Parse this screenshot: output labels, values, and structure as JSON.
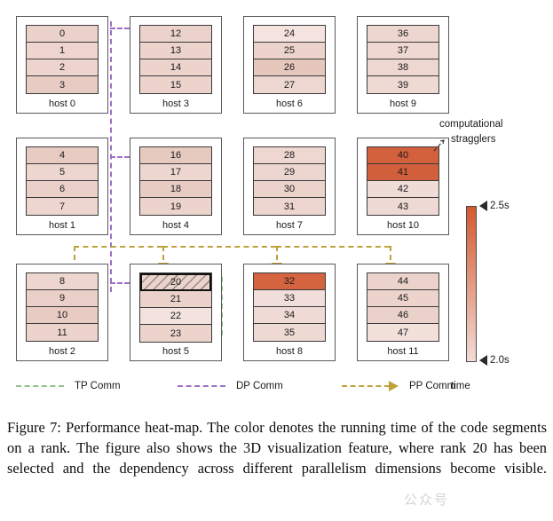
{
  "figure": {
    "title_caption": "Figure 7: Performance heat-map. The color denotes the running time of the code segments on a rank. The figure also shows the 3D visualization feature, where rank 20 has been selected and the dependency across different parallelism dimensions become visible.",
    "watermark": "公众号",
    "annotations": {
      "stragglers_line1": "computational",
      "stragglers_line2": "stragglers",
      "time_label": "time"
    },
    "colorbar": {
      "max_label": "2.5s",
      "min_label": "2.0s",
      "max_color": "#d4592f",
      "min_color": "#f3dbd6",
      "axis_title": "time"
    },
    "legend": [
      {
        "name": "tp-comm",
        "label": "TP Comm",
        "color": "#90c48d",
        "arrow": false
      },
      {
        "name": "dp-comm",
        "label": "DP Comm",
        "color": "#9c6fc4",
        "arrow": false
      },
      {
        "name": "pp-comm",
        "label": "PP Comm",
        "color": "#bfa13c",
        "arrow": true
      }
    ],
    "hosts": [
      {
        "label": "host 0",
        "row": 0,
        "col": 0,
        "cells": [
          {
            "rank": "0",
            "color": "#ead1ca"
          },
          {
            "rank": "1",
            "color": "#eed5cf"
          },
          {
            "rank": "2",
            "color": "#edd4ce"
          },
          {
            "rank": "3",
            "color": "#e8cbc3"
          }
        ]
      },
      {
        "label": "host 3",
        "row": 0,
        "col": 1,
        "cells": [
          {
            "rank": "12",
            "color": "#ebd2cb"
          },
          {
            "rank": "13",
            "color": "#ecd3cc"
          },
          {
            "rank": "14",
            "color": "#ecd3cc"
          },
          {
            "rank": "15",
            "color": "#ecd3cc"
          }
        ]
      },
      {
        "label": "host 6",
        "row": 0,
        "col": 2,
        "cells": [
          {
            "rank": "24",
            "color": "#f4e3de"
          },
          {
            "rank": "25",
            "color": "#ecd4cd"
          },
          {
            "rank": "26",
            "color": "#e6c7bc"
          },
          {
            "rank": "27",
            "color": "#eed7d1"
          }
        ]
      },
      {
        "label": "host 9",
        "row": 0,
        "col": 3,
        "cells": [
          {
            "rank": "36",
            "color": "#eed6d0"
          },
          {
            "rank": "37",
            "color": "#efd8d2"
          },
          {
            "rank": "38",
            "color": "#eed7d1"
          },
          {
            "rank": "39",
            "color": "#efd9d3"
          }
        ]
      },
      {
        "label": "host 1",
        "row": 1,
        "col": 0,
        "cells": [
          {
            "rank": "4",
            "color": "#e7cac1"
          },
          {
            "rank": "5",
            "color": "#eed6d0"
          },
          {
            "rank": "6",
            "color": "#ead0c9"
          },
          {
            "rank": "7",
            "color": "#eed6d0"
          }
        ]
      },
      {
        "label": "host 4",
        "row": 1,
        "col": 1,
        "cells": [
          {
            "rank": "16",
            "color": "#e7cabf"
          },
          {
            "rank": "17",
            "color": "#eed6d0"
          },
          {
            "rank": "18",
            "color": "#e8ccc3"
          },
          {
            "rank": "19",
            "color": "#ecd3cc"
          }
        ]
      },
      {
        "label": "host 7",
        "row": 1,
        "col": 2,
        "cells": [
          {
            "rank": "28",
            "color": "#eed7d1"
          },
          {
            "rank": "29",
            "color": "#eed6d0"
          },
          {
            "rank": "30",
            "color": "#ebd2cb"
          },
          {
            "rank": "31",
            "color": "#eed6d0"
          }
        ]
      },
      {
        "label": "host 10",
        "row": 1,
        "col": 3,
        "cells": [
          {
            "rank": "40",
            "color": "#d3603c"
          },
          {
            "rank": "41",
            "color": "#d25f3b"
          },
          {
            "rank": "42",
            "color": "#f0dcd7"
          },
          {
            "rank": "43",
            "color": "#eed9d4"
          }
        ]
      },
      {
        "label": "host 2",
        "row": 2,
        "col": 0,
        "cells": [
          {
            "rank": "8",
            "color": "#eed6d0"
          },
          {
            "rank": "9",
            "color": "#ead0c9"
          },
          {
            "rank": "10",
            "color": "#e8ccc3"
          },
          {
            "rank": "11",
            "color": "#ecd3cc"
          }
        ]
      },
      {
        "label": "host 5",
        "row": 2,
        "col": 1,
        "cells": [
          {
            "rank": "20",
            "color": "#ecd4cd",
            "selected": true
          },
          {
            "rank": "21",
            "color": "#ead1ca"
          },
          {
            "rank": "22",
            "color": "#f3e2de"
          },
          {
            "rank": "23",
            "color": "#ecd4cd"
          }
        ]
      },
      {
        "label": "host 8",
        "row": 2,
        "col": 2,
        "cells": [
          {
            "rank": "32",
            "color": "#d4643f"
          },
          {
            "rank": "33",
            "color": "#f1ddd9"
          },
          {
            "rank": "34",
            "color": "#efdad5"
          },
          {
            "rank": "35",
            "color": "#eed9d4"
          }
        ]
      },
      {
        "label": "host 11",
        "row": 2,
        "col": 3,
        "cells": [
          {
            "rank": "44",
            "color": "#ebd2cb"
          },
          {
            "rank": "45",
            "color": "#ecd4cd"
          },
          {
            "rank": "46",
            "color": "#ead1ca"
          },
          {
            "rank": "47",
            "color": "#f2e0db"
          }
        ]
      }
    ]
  },
  "chart_data": {
    "type": "heatmap",
    "title": "Performance heat-map",
    "xlabel": "",
    "ylabel": "",
    "colormap": "white-to-red (Reds)",
    "value_unit": "s",
    "value_range": [
      2.0,
      2.5
    ],
    "cell_label_field": "rank",
    "grid": "12 hosts x 4 ranks, hosts laid out 4 columns x 3 rows",
    "selected_cell": "20",
    "annotated_cells": [
      "40",
      "41"
    ],
    "categories": [
      "host 0",
      "host 1",
      "host 2",
      "host 3",
      "host 4",
      "host 5",
      "host 6",
      "host 7",
      "host 8",
      "host 9",
      "host 10",
      "host 11"
    ],
    "series": [
      {
        "name": "host 0",
        "ranks": [
          "0",
          "1",
          "2",
          "3"
        ],
        "values": [
          2.17,
          2.12,
          2.13,
          2.2
        ]
      },
      {
        "name": "host 1",
        "ranks": [
          "4",
          "5",
          "6",
          "7"
        ],
        "values": [
          2.22,
          2.11,
          2.18,
          2.11
        ]
      },
      {
        "name": "host 2",
        "ranks": [
          "8",
          "9",
          "10",
          "11"
        ],
        "values": [
          2.11,
          2.18,
          2.2,
          2.14
        ]
      },
      {
        "name": "host 3",
        "ranks": [
          "12",
          "13",
          "14",
          "15"
        ],
        "values": [
          2.16,
          2.15,
          2.15,
          2.15
        ]
      },
      {
        "name": "host 4",
        "ranks": [
          "16",
          "17",
          "18",
          "19"
        ],
        "values": [
          2.22,
          2.11,
          2.2,
          2.14
        ]
      },
      {
        "name": "host 5",
        "ranks": [
          "20",
          "21",
          "22",
          "23"
        ],
        "values": [
          2.14,
          2.17,
          2.05,
          2.14
        ]
      },
      {
        "name": "host 6",
        "ranks": [
          "24",
          "25",
          "26",
          "27"
        ],
        "values": [
          2.04,
          2.14,
          2.24,
          2.1
        ]
      },
      {
        "name": "host 7",
        "ranks": [
          "28",
          "29",
          "30",
          "31"
        ],
        "values": [
          2.1,
          2.11,
          2.16,
          2.11
        ]
      },
      {
        "name": "host 8",
        "ranks": [
          "32",
          "33",
          "34",
          "35"
        ],
        "values": [
          2.47,
          2.07,
          2.08,
          2.09
        ]
      },
      {
        "name": "host 9",
        "ranks": [
          "36",
          "37",
          "38",
          "39"
        ],
        "values": [
          2.11,
          2.1,
          2.1,
          2.09
        ]
      },
      {
        "name": "host 10",
        "ranks": [
          "40",
          "41",
          "42",
          "43"
        ],
        "values": [
          2.49,
          2.5,
          2.08,
          2.09
        ]
      },
      {
        "name": "host 11",
        "ranks": [
          "44",
          "45",
          "46",
          "47"
        ],
        "values": [
          2.16,
          2.14,
          2.17,
          2.06
        ]
      }
    ],
    "colorbar": {
      "ticks": [
        "2.0s",
        "2.5s"
      ],
      "range": [
        2.0,
        2.5
      ],
      "label": "time",
      "position": "right"
    },
    "legend_entries": [
      "TP Comm",
      "DP Comm",
      "PP Comm"
    ],
    "legend_position": "bottom",
    "annotations": [
      "computational stragglers"
    ]
  }
}
